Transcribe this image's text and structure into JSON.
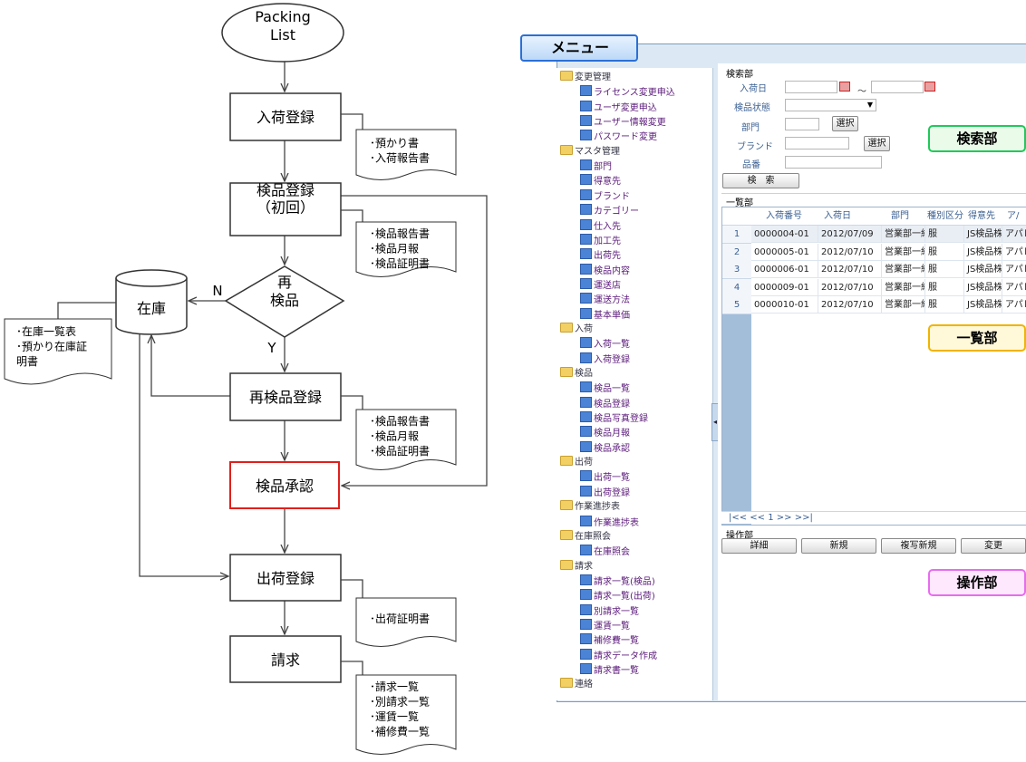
{
  "flowchart": {
    "start": "Packing\nList",
    "steps": [
      "入荷登録",
      "検品登録\n（初回）",
      "再検品登録",
      "検品承認",
      "出荷登録",
      "請求"
    ],
    "decision": "再\n検品",
    "decision_yes": "Y",
    "decision_no": "N",
    "inventory": "在庫",
    "docs": [
      [
        "･預かり書",
        "･入荷報告書"
      ],
      [
        "･検品報告書",
        "･検品月報",
        "･検品証明書"
      ],
      [
        "･在庫一覧表",
        "･預かり在庫証",
        "明書"
      ],
      [
        "･検品報告書",
        "･検品月報",
        "･検品証明書"
      ],
      [
        "･出荷証明書"
      ],
      [
        "･請求一覧",
        "･別請求一覧",
        "･運賃一覧",
        "･補修費一覧"
      ]
    ]
  },
  "menu_tab": "メニュー",
  "sidebar": {
    "items": [
      {
        "type": "group",
        "label": "変更管理"
      },
      {
        "type": "leaf",
        "label": "ライセンス変更申込"
      },
      {
        "type": "leaf",
        "label": "ユーザ変更申込"
      },
      {
        "type": "leaf",
        "label": "ユーザー情報変更"
      },
      {
        "type": "leaf",
        "label": "パスワード変更"
      },
      {
        "type": "group",
        "label": "マスタ管理"
      },
      {
        "type": "leaf",
        "label": "部門"
      },
      {
        "type": "leaf",
        "label": "得意先"
      },
      {
        "type": "leaf",
        "label": "ブランド"
      },
      {
        "type": "leaf",
        "label": "カテゴリー"
      },
      {
        "type": "leaf",
        "label": "仕入先"
      },
      {
        "type": "leaf",
        "label": "加工先"
      },
      {
        "type": "leaf",
        "label": "出荷先"
      },
      {
        "type": "leaf",
        "label": "検品内容"
      },
      {
        "type": "leaf",
        "label": "運送店"
      },
      {
        "type": "leaf",
        "label": "運送方法"
      },
      {
        "type": "leaf",
        "label": "基本単価"
      },
      {
        "type": "group",
        "label": "入荷"
      },
      {
        "type": "leaf",
        "label": "入荷一覧"
      },
      {
        "type": "leaf",
        "label": "入荷登録"
      },
      {
        "type": "group",
        "label": "検品"
      },
      {
        "type": "leaf",
        "label": "検品一覧"
      },
      {
        "type": "leaf",
        "label": "検品登録"
      },
      {
        "type": "leaf",
        "label": "検品写真登録"
      },
      {
        "type": "leaf",
        "label": "検品月報"
      },
      {
        "type": "leaf",
        "label": "検品承認"
      },
      {
        "type": "group",
        "label": "出荷"
      },
      {
        "type": "leaf",
        "label": "出荷一覧"
      },
      {
        "type": "leaf",
        "label": "出荷登録"
      },
      {
        "type": "group",
        "label": "作業進捗表"
      },
      {
        "type": "leaf",
        "label": "作業進捗表"
      },
      {
        "type": "group",
        "label": "在庫照会"
      },
      {
        "type": "leaf",
        "label": "在庫照会"
      },
      {
        "type": "group",
        "label": "請求"
      },
      {
        "type": "leaf",
        "label": "請求一覧(検品)"
      },
      {
        "type": "leaf",
        "label": "請求一覧(出荷)"
      },
      {
        "type": "leaf",
        "label": "別請求一覧"
      },
      {
        "type": "leaf",
        "label": "運賃一覧"
      },
      {
        "type": "leaf",
        "label": "補修費一覧"
      },
      {
        "type": "leaf",
        "label": "請求データ作成"
      },
      {
        "type": "leaf",
        "label": "請求書一覧"
      },
      {
        "type": "group",
        "label": "連絡"
      }
    ]
  },
  "search": {
    "section_label": "検索部",
    "arrival_date_label": "入荷日",
    "range_sep": "～",
    "inspection_status_label": "検品状態",
    "department_label": "部門",
    "select_button": "選択",
    "brand_label": "ブランド",
    "brand_select_button": "選択",
    "item_no_label": "品番",
    "search_button": "検　索"
  },
  "list": {
    "section_label": "一覧部",
    "columns": [
      "入荷番号",
      "入荷日",
      "部門",
      "種別区分",
      "得意先",
      "ア/ル"
    ],
    "rows": [
      {
        "no": "1",
        "cells": [
          "0000004-01",
          "2012/07/09",
          "営業部一組",
          "服",
          "JS検品株",
          "アパレ"
        ]
      },
      {
        "no": "2",
        "cells": [
          "0000005-01",
          "2012/07/10",
          "営業部一組",
          "服",
          "JS検品株",
          "アパレ"
        ]
      },
      {
        "no": "3",
        "cells": [
          "0000006-01",
          "2012/07/10",
          "営業部一組",
          "服",
          "JS検品株",
          "アパレ"
        ]
      },
      {
        "no": "4",
        "cells": [
          "0000009-01",
          "2012/07/10",
          "営業部一組",
          "服",
          "JS検品株",
          "アパレ"
        ]
      },
      {
        "no": "5",
        "cells": [
          "0000010-01",
          "2012/07/10",
          "営業部一組",
          "服",
          "JS検品株",
          "アパレ"
        ]
      }
    ],
    "pager": "|<< << 1 >> >>|"
  },
  "operations": {
    "section_label": "操作部",
    "buttons": [
      "詳細",
      "新規",
      "複写新規",
      "変更"
    ]
  },
  "callouts": {
    "search": "検索部",
    "list": "一覧部",
    "operations": "操作部"
  },
  "colors": {
    "approval_box": "#e0201c",
    "callout_search": "#1fc95a",
    "callout_list": "#f0b400",
    "callout_operations": "#e86cf0",
    "menu_tab_border": "#2a6fd6"
  }
}
